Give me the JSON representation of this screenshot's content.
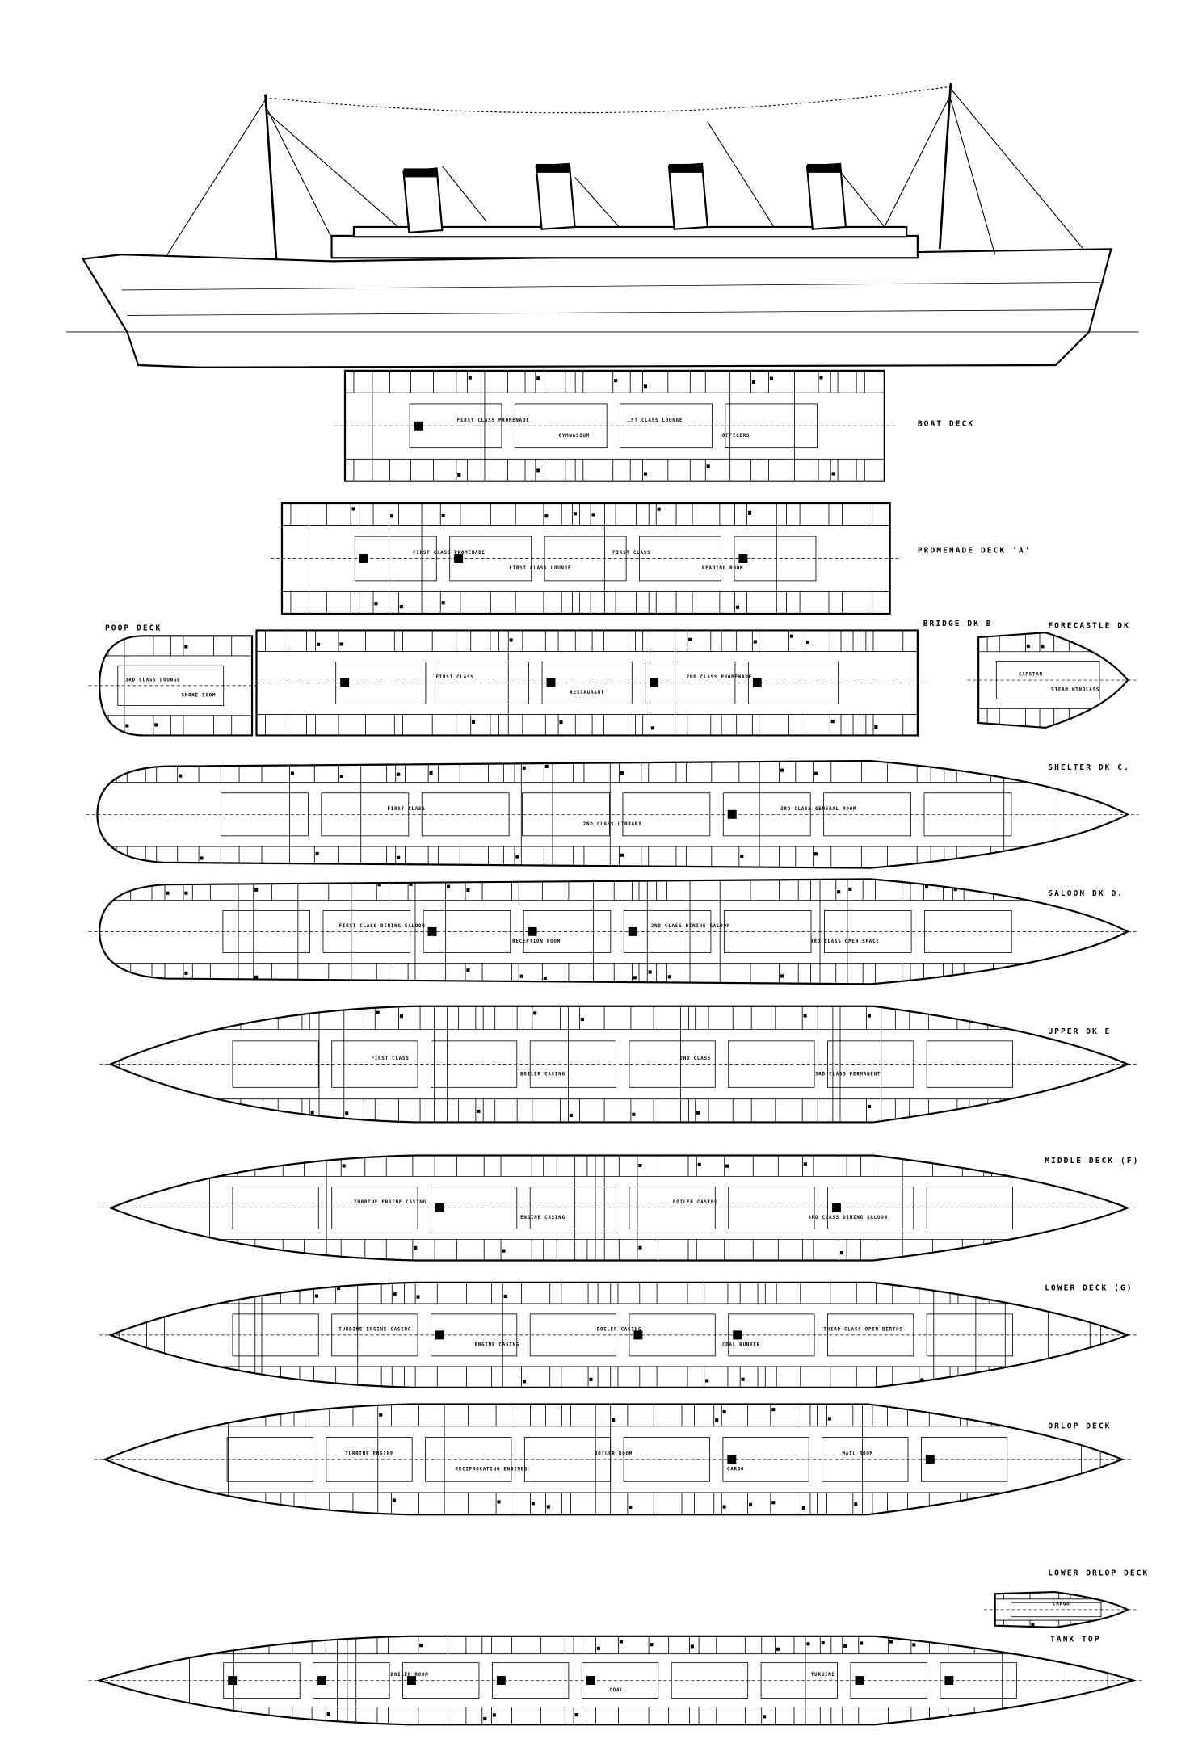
{
  "title": "Deck plans and side elevation",
  "decks": [
    {
      "id": "boat",
      "label": "BOAT DECK",
      "notes": [
        "FIRST CLASS PROMENADE",
        "GYMNASIUM",
        "1ST CLASS LOUNGE",
        "OFFICERS"
      ]
    },
    {
      "id": "promenade",
      "label": "PROMENADE DECK 'A'",
      "notes": [
        "FIRST CLASS PROMENADE",
        "FIRST CLASS LOUNGE",
        "FIRST CLASS",
        "READING ROOM"
      ]
    },
    {
      "id": "poop",
      "label": "POOP DECK",
      "notes": [
        "3RD CLASS LOUNGE",
        "SMOKE ROOM"
      ]
    },
    {
      "id": "bridge",
      "label": "BRIDGE DK B",
      "notes": [
        "FIRST CLASS",
        "RESTAURANT",
        "2ND CLASS PROMENADE"
      ]
    },
    {
      "id": "forecastle",
      "label": "FORECASTLE DK",
      "notes": [
        "CAPSTAN",
        "STEAM WINDLASS"
      ]
    },
    {
      "id": "shelter",
      "label": "SHELTER DK C.",
      "notes": [
        "FIRST CLASS",
        "2ND CLASS LIBRARY",
        "3RD CLASS GENERAL ROOM"
      ]
    },
    {
      "id": "saloon",
      "label": "SALOON DK D.",
      "notes": [
        "FIRST CLASS DINING SALOON",
        "RECEPTION ROOM",
        "2ND CLASS DINING SALOON",
        "3RD CLASS OPEN SPACE"
      ]
    },
    {
      "id": "upper",
      "label": "UPPER DK E",
      "notes": [
        "FIRST CLASS",
        "BOILER CASING",
        "2ND CLASS",
        "3RD CLASS PERMANENT"
      ]
    },
    {
      "id": "middle",
      "label": "MIDDLE DECK (F)",
      "notes": [
        "TURBINE ENGINE CASING",
        "ENGINE CASING",
        "BOILER CASING",
        "3RD CLASS DINING SALOON"
      ]
    },
    {
      "id": "lower",
      "label": "LOWER DECK (G)",
      "notes": [
        "TURBINE ENGINE CASING",
        "ENGINE CASING",
        "BOILER CASING",
        "COAL BUNKER",
        "THIRD CLASS OPEN BERTHS"
      ]
    },
    {
      "id": "orlop",
      "label": "ORLOP DECK",
      "notes": [
        "TURBINE ENGINE",
        "RECIPROCATING ENGINES",
        "BOILER ROOM",
        "CARGO",
        "MAIL ROOM"
      ]
    },
    {
      "id": "lowerorlop",
      "label": "LOWER ORLOP DECK",
      "notes": [
        "CARGO"
      ]
    },
    {
      "id": "tanktop",
      "label": "TANK TOP",
      "notes": [
        "BOILER ROOM",
        "COAL",
        "TURBINE"
      ]
    }
  ]
}
